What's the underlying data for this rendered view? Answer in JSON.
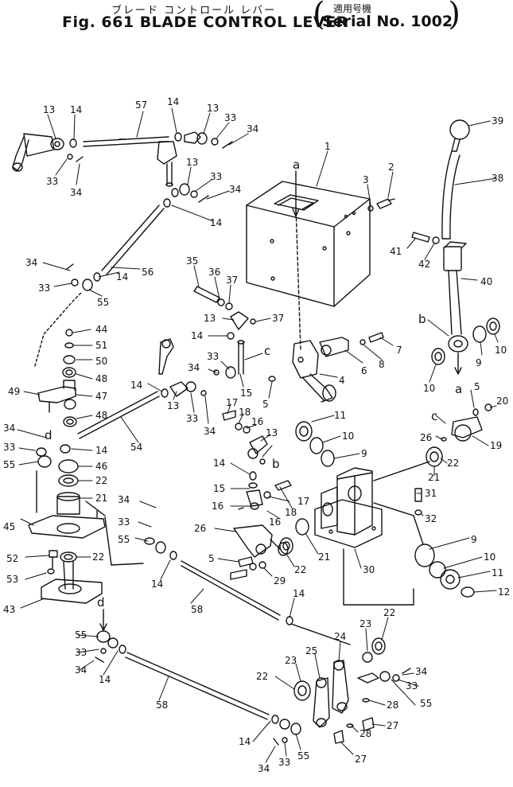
{
  "header": {
    "title_jp": "ブレード コントロール レバー",
    "title": "Fig. 661 BLADE CONTROL LEVER",
    "applicability_jp": "適用号機",
    "serial": "Serial No. 1002"
  },
  "part_labels": [
    "13",
    "14",
    "57",
    "14",
    "13",
    "33",
    "34",
    "33",
    "34",
    "13",
    "33",
    "34",
    "14",
    "1",
    "a",
    "3",
    "2",
    "39",
    "38",
    "34",
    "56",
    "33",
    "14",
    "55",
    "44",
    "51",
    "50",
    "48",
    "49",
    "47",
    "48",
    "34",
    "d",
    "14",
    "33",
    "55",
    "46",
    "22",
    "21",
    "41",
    "42",
    "40",
    "b",
    "9",
    "10",
    "10",
    "a",
    "35",
    "36",
    "37",
    "13",
    "37",
    "14",
    "c",
    "33",
    "34",
    "6",
    "8",
    "7",
    "15",
    "4",
    "5",
    "14",
    "13",
    "33",
    "34",
    "54",
    "17",
    "18",
    "16",
    "13",
    "11",
    "10",
    "9",
    "c",
    "5",
    "20",
    "26",
    "19",
    "22",
    "21",
    "14",
    "16",
    "b",
    "15",
    "17",
    "16",
    "18",
    "31",
    "32",
    "34",
    "33",
    "55",
    "26",
    "5",
    "29",
    "22",
    "21",
    "30",
    "9",
    "10",
    "11",
    "12",
    "45",
    "52",
    "22",
    "53",
    "43",
    "14",
    "58",
    "14",
    "23",
    "22",
    "d",
    "24",
    "55",
    "33",
    "14",
    "34",
    "23",
    "25",
    "34",
    "33",
    "55",
    "22",
    "58",
    "28",
    "28",
    "27",
    "14",
    "33",
    "55",
    "34",
    "27"
  ]
}
